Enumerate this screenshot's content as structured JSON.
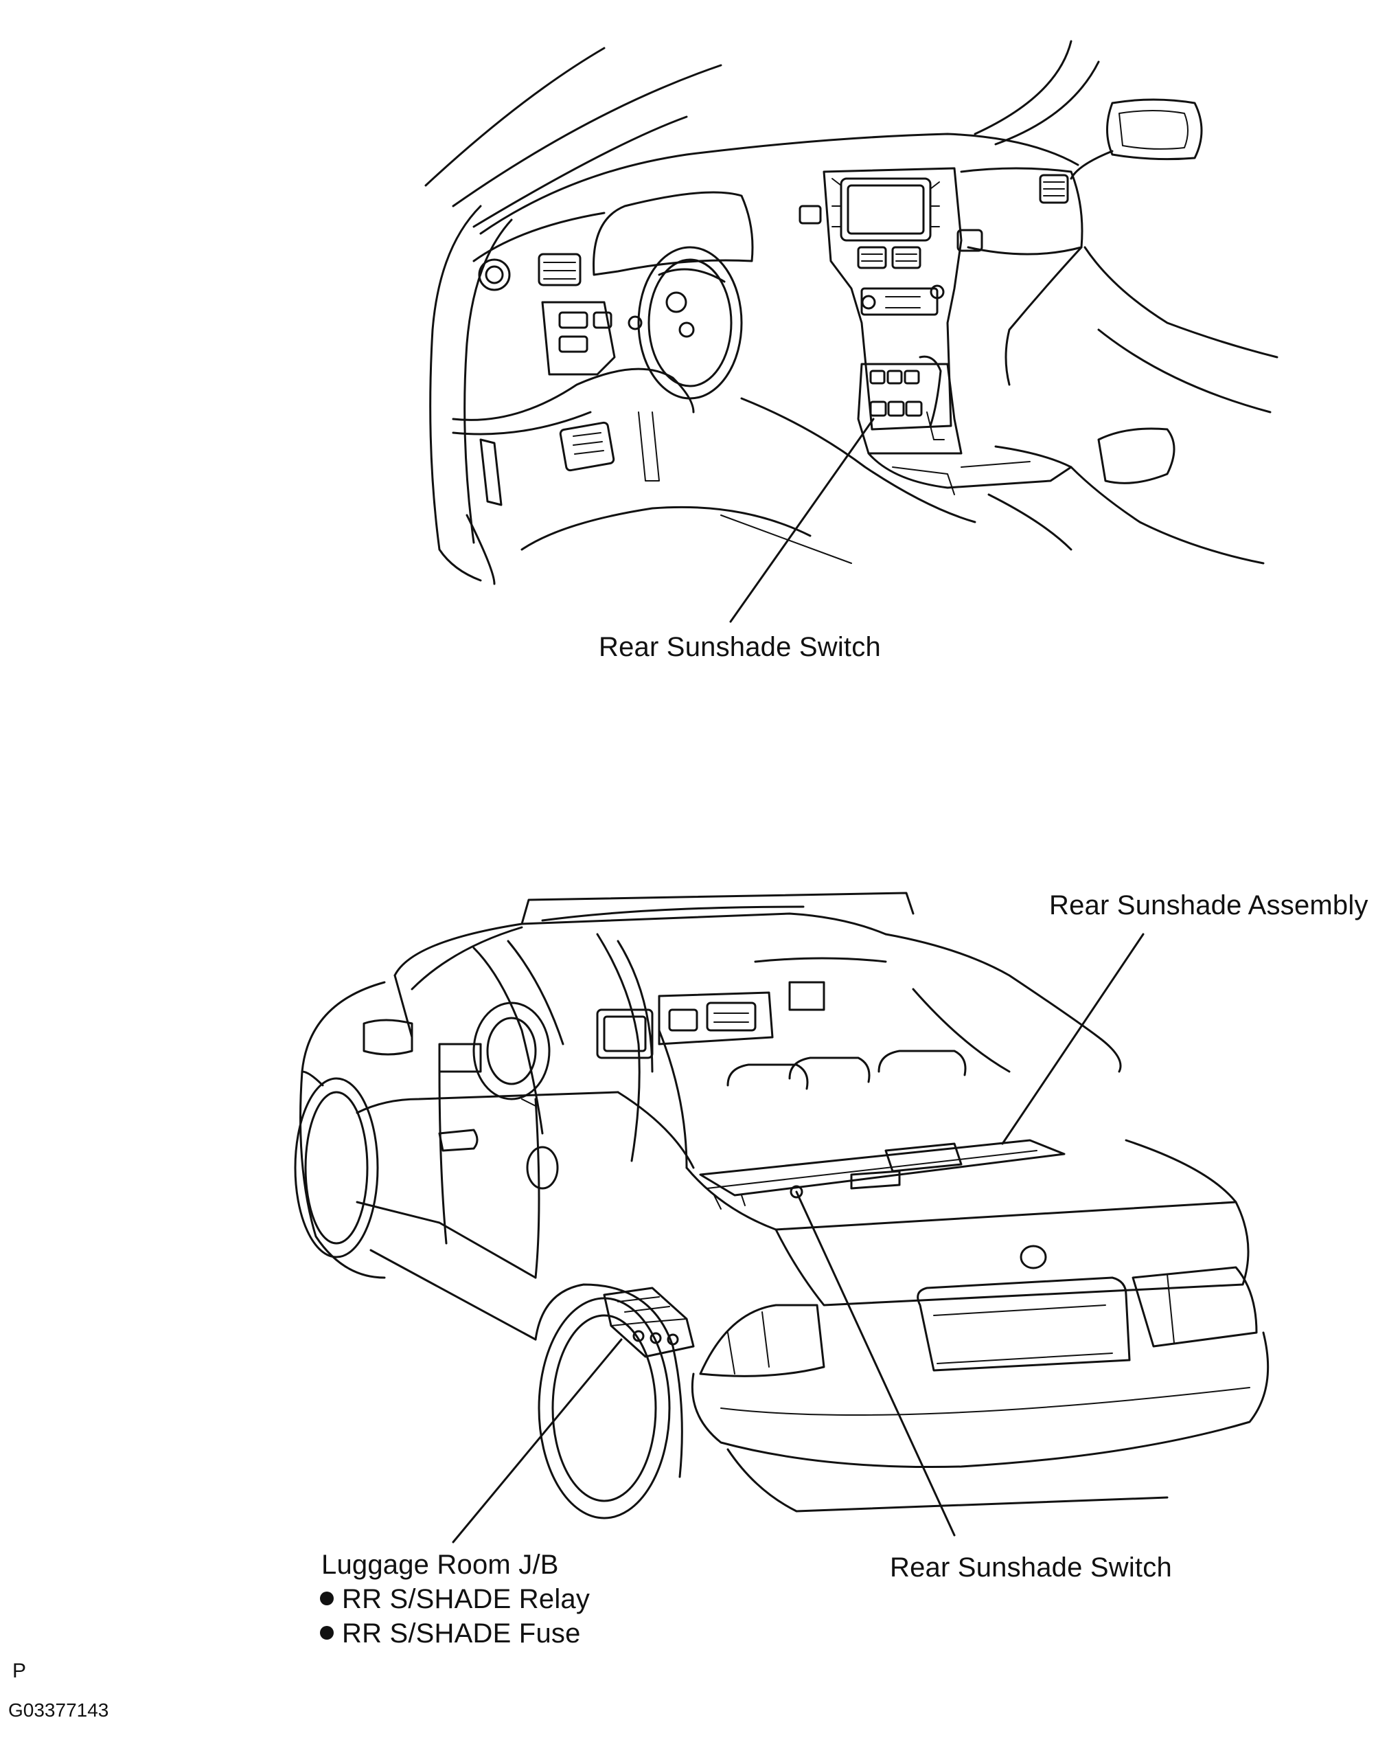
{
  "figure": {
    "top_callout": {
      "label": "Rear Sunshade Switch"
    },
    "bottom_callouts": {
      "assembly": "Rear Sunshade Assembly",
      "switch": "Rear Sunshade Switch",
      "junction_block": {
        "title": "Luggage Room J/B",
        "items": [
          "RR S/SHADE Relay",
          "RR S/SHADE Fuse"
        ]
      }
    },
    "footer": {
      "page_marker": "P",
      "figure_code": "G03377143"
    }
  },
  "colors": {
    "line": "#111111",
    "background": "#ffffff"
  }
}
